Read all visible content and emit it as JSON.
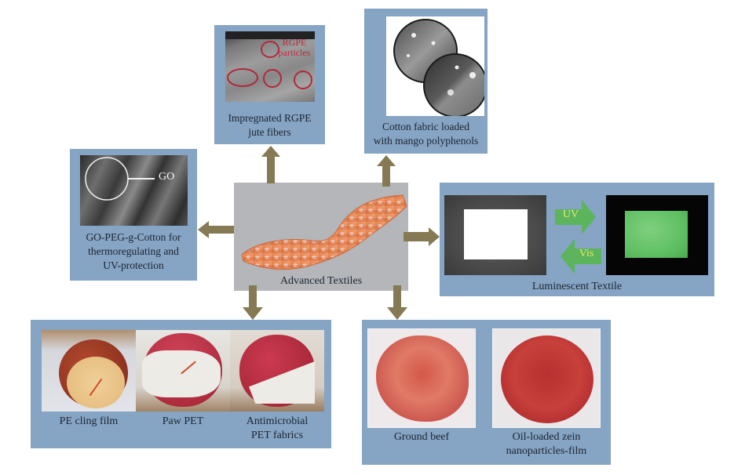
{
  "center": {
    "label": "Advanced Textiles"
  },
  "nodes": {
    "rgpe": {
      "caption_line1": "Impregnated RGPE",
      "caption_line2": "jute fibers",
      "annotation_line1": "RGPE",
      "annotation_line2": "particles"
    },
    "mango": {
      "caption_line1": "Cotton fabric loaded",
      "caption_line2": "with mango polyphenols"
    },
    "go": {
      "caption_line1": "GO-PEG-g-Cotton for",
      "caption_line2": "thermoregulating and",
      "caption_line3": "UV-protection",
      "annotation": "GO"
    },
    "luminescent": {
      "caption": "Luminescent Textile",
      "uv_label": "UV",
      "vis_label": "Vis"
    },
    "apple": {
      "labels": [
        "PE cling film",
        "Paw PET",
        "Antimicrobial"
      ],
      "label3_line2": "PET fabrics"
    },
    "beef": {
      "label1": "Ground beef",
      "label2_line1": "Oil-loaded zein",
      "label2_line2": "nanoparticles-film"
    }
  },
  "colors": {
    "box_fill": "#86a4c3",
    "center_fill": "#b4b6b9",
    "arrow": "#857a53",
    "uv_arrow": "#5cb45c",
    "uv_text": "#e8e86a",
    "annotation_red": "#c0283c"
  }
}
